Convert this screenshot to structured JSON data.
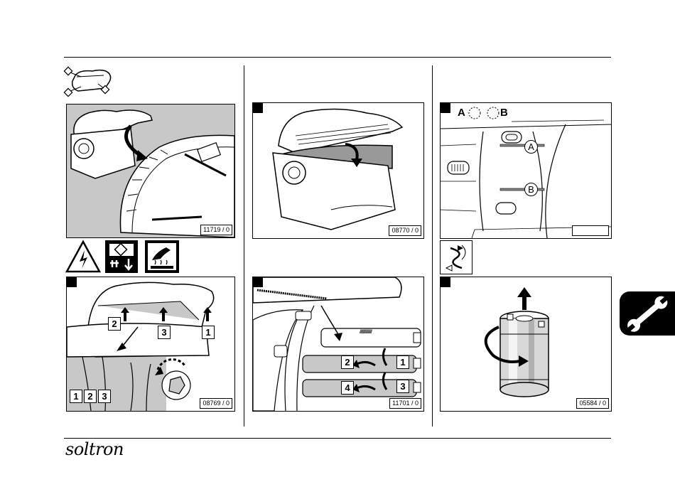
{
  "figures": {
    "fig1": "11719 / 0",
    "fig2": "08770 / 0",
    "fig3": "08769 / 0",
    "fig4": "11701 / 0",
    "fig5": "05584 / 0"
  },
  "fig3_labels": {
    "up1": "2",
    "up2": "3",
    "up3": "1",
    "seq1": "1",
    "seq2": "2",
    "seq3": "3"
  },
  "fig4_labels": {
    "a": "2",
    "b": "1",
    "c": "4",
    "d": "3"
  },
  "fig6_labels": {
    "legend_a": "A",
    "legend_b": "B",
    "mark_a": "A",
    "mark_b": "B"
  },
  "tube_text": "//////////////////",
  "brand": "soltron",
  "icons": [
    "lamp-icon",
    "high-voltage-icon",
    "power-disconnect-icon",
    "hot-surface-icon",
    "rotate-icon",
    "section-tab-wrench-icon"
  ],
  "colors": {
    "panel_gray": "#c8c8c8",
    "light_gray": "#e6e6e6",
    "ink": "#000000"
  }
}
